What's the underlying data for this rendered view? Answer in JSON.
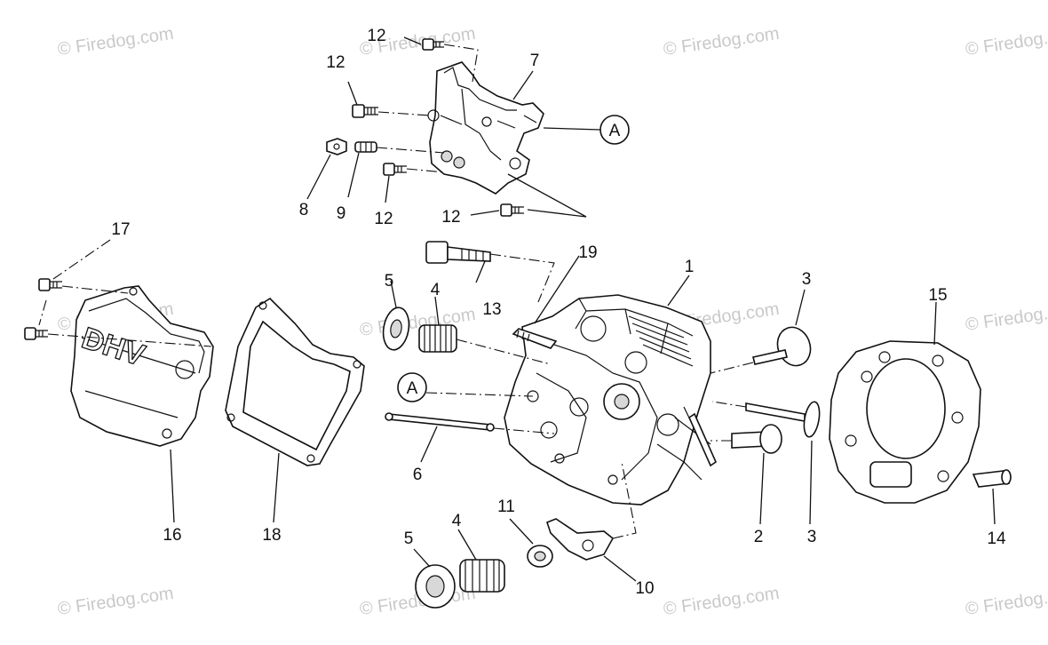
{
  "watermark": "© Firedog.com",
  "callouts": {
    "c1": "1",
    "c2": "2",
    "c3a": "3",
    "c3b": "3",
    "c4a": "4",
    "c4b": "4",
    "c5a": "5",
    "c5b": "5",
    "c6": "6",
    "c7": "7",
    "c8": "8",
    "c9": "9",
    "c10": "10",
    "c11": "11",
    "c12a": "12",
    "c12b": "12",
    "c12c": "12",
    "c12d": "12",
    "c13": "13",
    "c14": "14",
    "c15": "15",
    "c16": "16",
    "c17": "17",
    "c18": "18",
    "c19": "19",
    "refA1": "A",
    "refA2": "A"
  },
  "colors": {
    "line": "#111111",
    "watermark": "#c9c9c9",
    "background": "#ffffff"
  }
}
